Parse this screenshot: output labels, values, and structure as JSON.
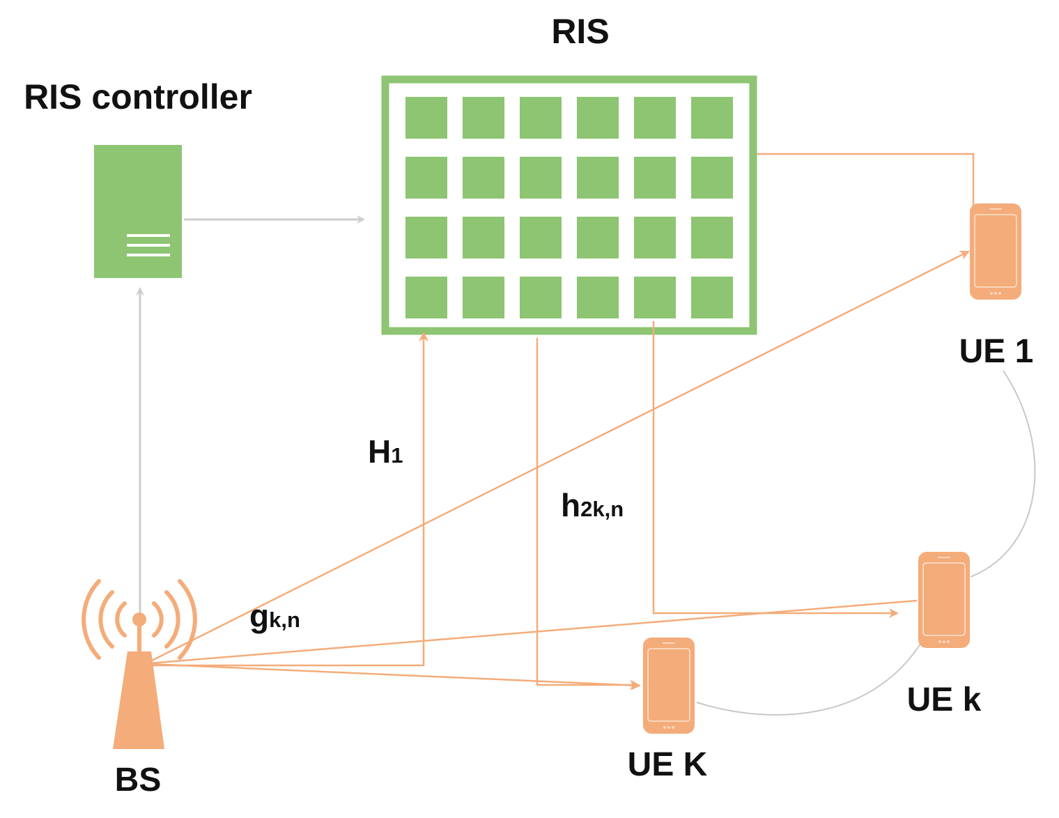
{
  "labels": {
    "ris": "RIS",
    "ris_controller": "RIS controller",
    "bs": "BS",
    "ue_1": "UE 1",
    "ue_k_lower": "UE k",
    "ue_K_upper": "UE K"
  },
  "channels": {
    "h1_main": "H",
    "h1_sub": "1",
    "h2_main": "h",
    "h2_sub": "2k,n",
    "g_main": "g",
    "g_sub": "k,n"
  },
  "ris_grid": {
    "rows": 4,
    "cols": 6
  },
  "colors": {
    "green": "#8dc572",
    "orange": "#f4ac7a",
    "gray": "#cdcdcd",
    "text": "#111111"
  },
  "icons": {
    "controller": "server-icon",
    "bs": "antenna-tower-icon",
    "ue": "smartphone-icon"
  }
}
